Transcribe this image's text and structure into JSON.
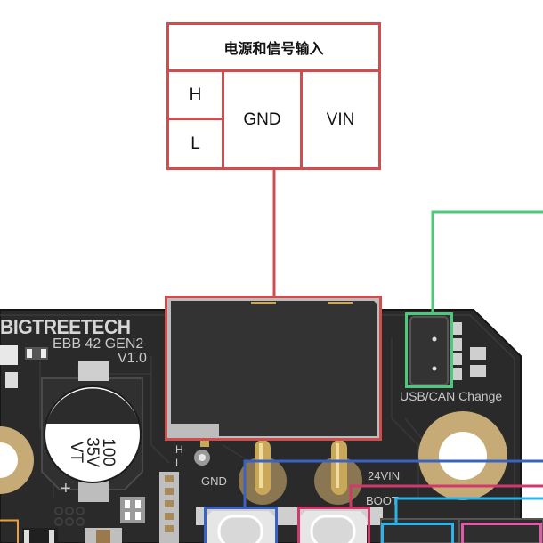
{
  "label_table": {
    "title": "电源和信号输入",
    "cells": {
      "h": "H",
      "l": "L",
      "gnd": "GND",
      "vin": "VIN"
    },
    "border_color": "#cf4c4f"
  },
  "board": {
    "brand": "BIGTREETECH",
    "model": "EBB 42 GEN2",
    "version": "V1.0",
    "capacitor": {
      "line1": "100",
      "line2": "35V",
      "line3": "VT"
    },
    "plus_mark": "+",
    "silk_h": "H",
    "silk_l": "L",
    "silk_gnd": "GND",
    "silk_24vin": "24VIN",
    "silk_boot": "BOOT",
    "jumper_label": "USB/CAN Change"
  },
  "callout_colors": {
    "power": "#cf4c4f",
    "usb_can": "#4cc97a",
    "reset": "#3a62c0",
    "boot": "#d1386b",
    "port_blue": "#2eb3e8",
    "port_pink": "#e05aa8",
    "port_orange": "#f0a030"
  }
}
